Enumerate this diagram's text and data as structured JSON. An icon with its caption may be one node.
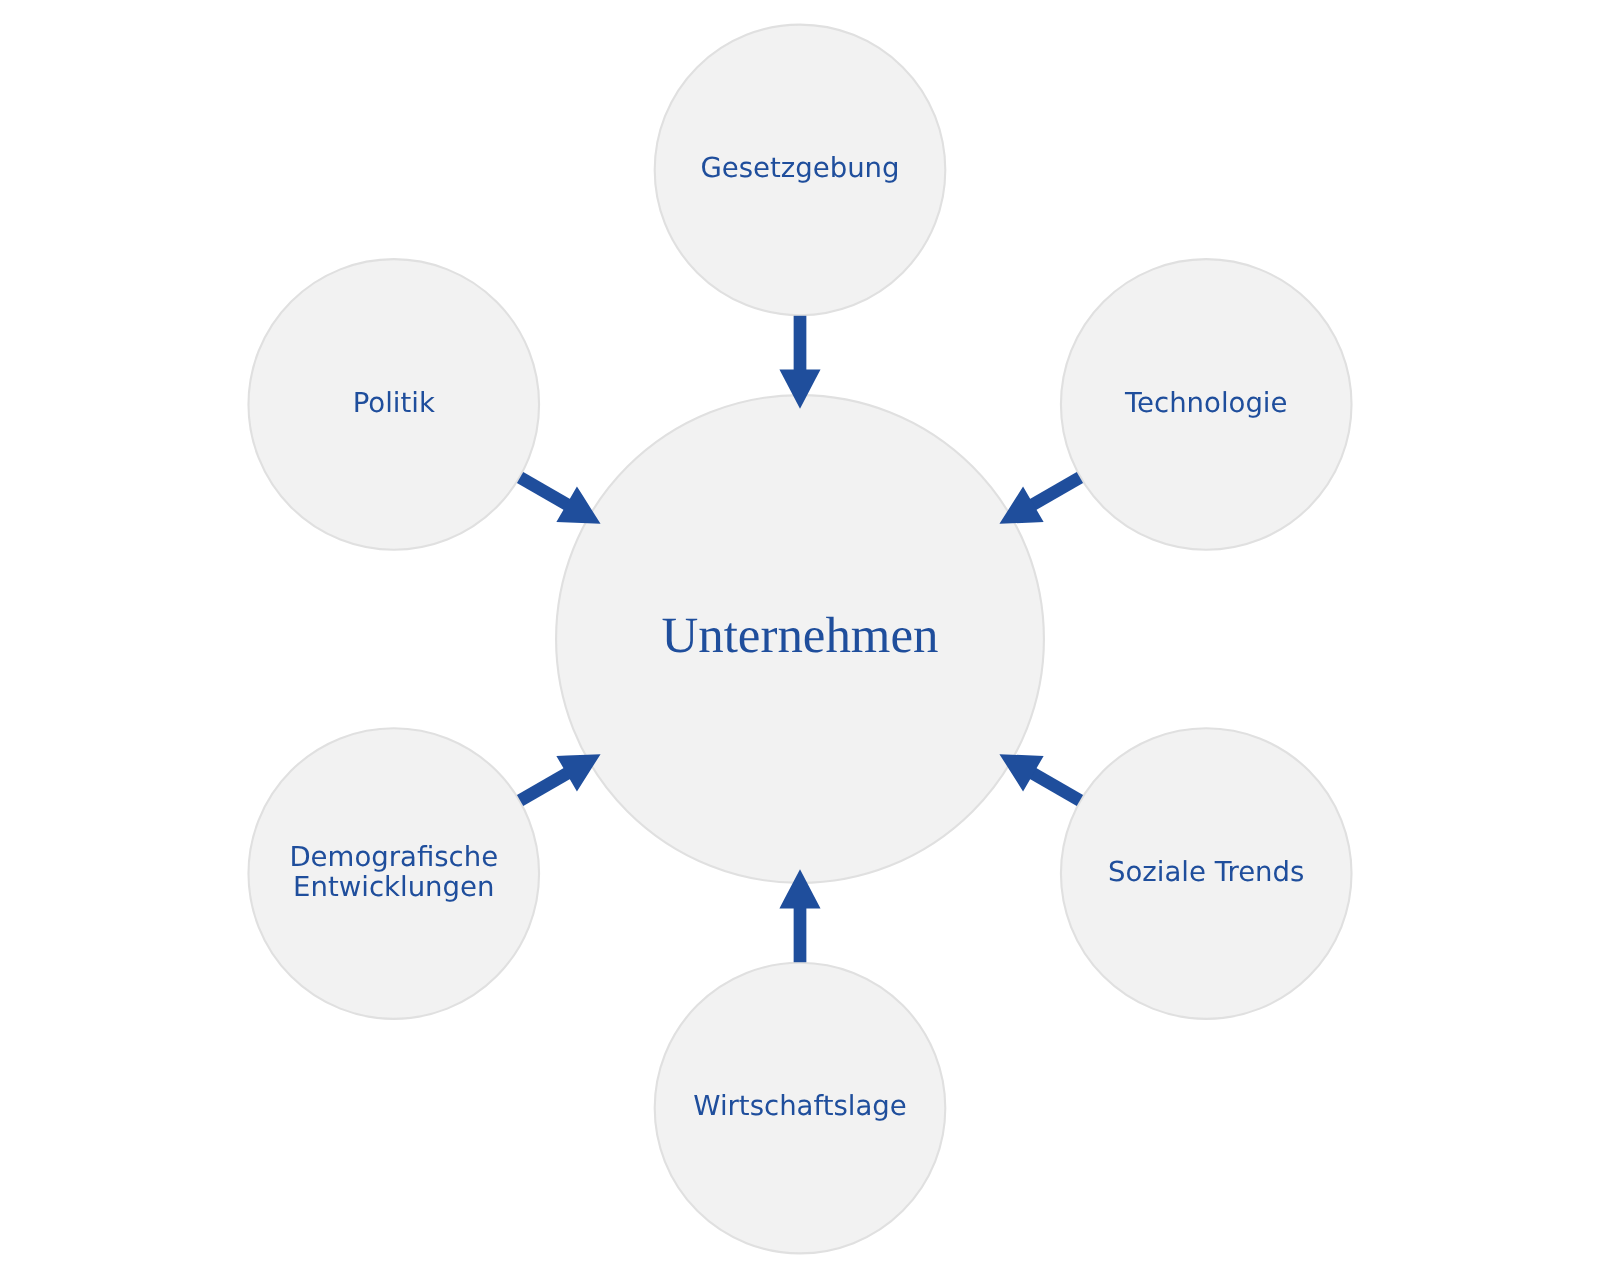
{
  "diagram": {
    "nodes": [
      {
        "text": [
          "Unternehmen"
        ]
      },
      {
        "text": [
          "Technologie"
        ]
      },
      {
        "text": [
          "Gesetzgebung"
        ]
      },
      {
        "text": [
          "Politik"
        ]
      },
      {
        "text": [
          "Demografische Entwicklungen"
        ]
      },
      {
        "text": [
          "Wirtschaftslage"
        ]
      },
      {
        "text": [
          "Soziale Trends"
        ]
      }
    ],
    "edges": [
      {
        "from": 1,
        "to": 0,
        "arrow": "to"
      },
      {
        "from": 2,
        "to": 0,
        "arrow": "to"
      },
      {
        "from": 3,
        "to": 0,
        "arrow": "to"
      },
      {
        "from": 4,
        "to": 0,
        "arrow": "to"
      },
      {
        "from": 5,
        "to": 0,
        "arrow": "to"
      },
      {
        "from": 6,
        "to": 0,
        "arrow": "to"
      }
    ]
  }
}
